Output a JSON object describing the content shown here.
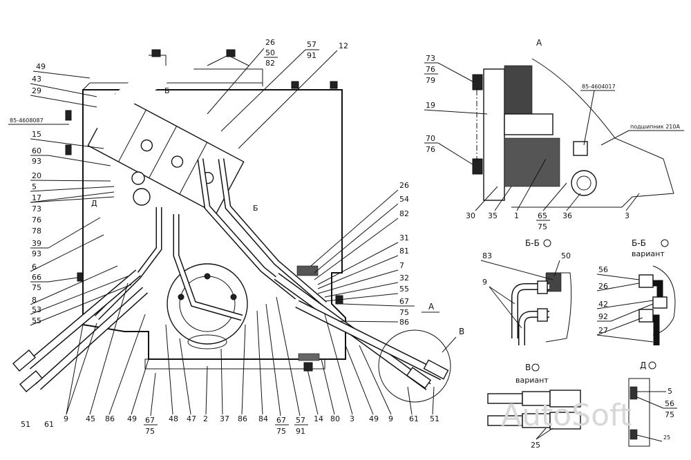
{
  "main_view": {
    "callouts": [
      "49",
      "43",
      "29",
      "85-4608087",
      "15",
      "60",
      "93",
      "20",
      "5",
      "17",
      "73",
      "76",
      "78",
      "39",
      "93",
      "6",
      "66",
      "75",
      "8",
      "53",
      "55",
      "26",
      "50",
      "82",
      "57",
      "91",
      "12",
      "26",
      "54",
      "82",
      "31",
      "81",
      "7",
      "32",
      "55",
      "67",
      "75",
      "86",
      "51",
      "61",
      "9",
      "45",
      "86",
      "49",
      "67",
      "75",
      "48",
      "47",
      "2",
      "37",
      "86",
      "84",
      "67",
      "75",
      "57",
      "91",
      "14",
      "80",
      "3",
      "49",
      "9",
      "61",
      "51"
    ],
    "section_marks": [
      "Б",
      "Б",
      "Д",
      "А",
      "В"
    ]
  },
  "view_a": {
    "title": "А",
    "callouts": [
      "73",
      "76",
      "79",
      "19",
      "70",
      "76",
      "30",
      "35",
      "1",
      "65",
      "75",
      "36",
      "3"
    ],
    "notes": [
      "85-4604017",
      "подшипник 210А"
    ]
  },
  "view_bb": {
    "title": "Б-Б",
    "callouts": [
      "83",
      "50",
      "9"
    ]
  },
  "view_bb_variant": {
    "title": "Б-Б",
    "subtitle": "вариант",
    "callouts": [
      "56",
      "26",
      "42",
      "92",
      "27"
    ]
  },
  "view_v": {
    "title": "В",
    "subtitle": "вариант",
    "callouts": [
      "25"
    ]
  },
  "view_d": {
    "title": "Д",
    "callouts": [
      "5",
      "56",
      "75",
      "25"
    ]
  },
  "watermark": "AutoSoft",
  "colors": {
    "ink": "#111111",
    "paper": "#ffffff",
    "watermark": "#d8d8d8"
  }
}
